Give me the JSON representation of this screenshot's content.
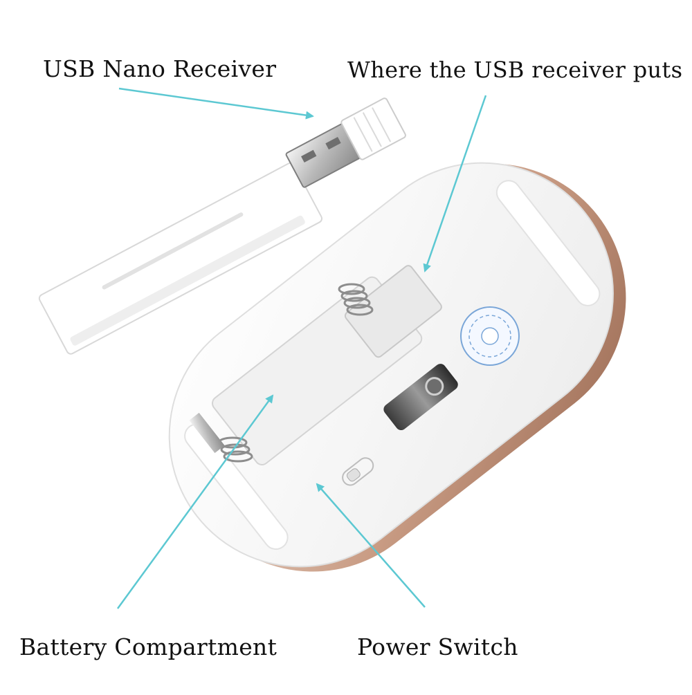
{
  "callouts": {
    "usb_nano_receiver": "USB Nano Receiver",
    "receiver_slot": "Where the USB receiver puts",
    "battery_compartment": "Battery Compartment",
    "power_switch": "Power Switch"
  },
  "colors": {
    "arrow": "#5cc8d2",
    "mouse_body": "#f7f7f7",
    "mouse_rim": "#c49a84",
    "text": "#111111"
  }
}
